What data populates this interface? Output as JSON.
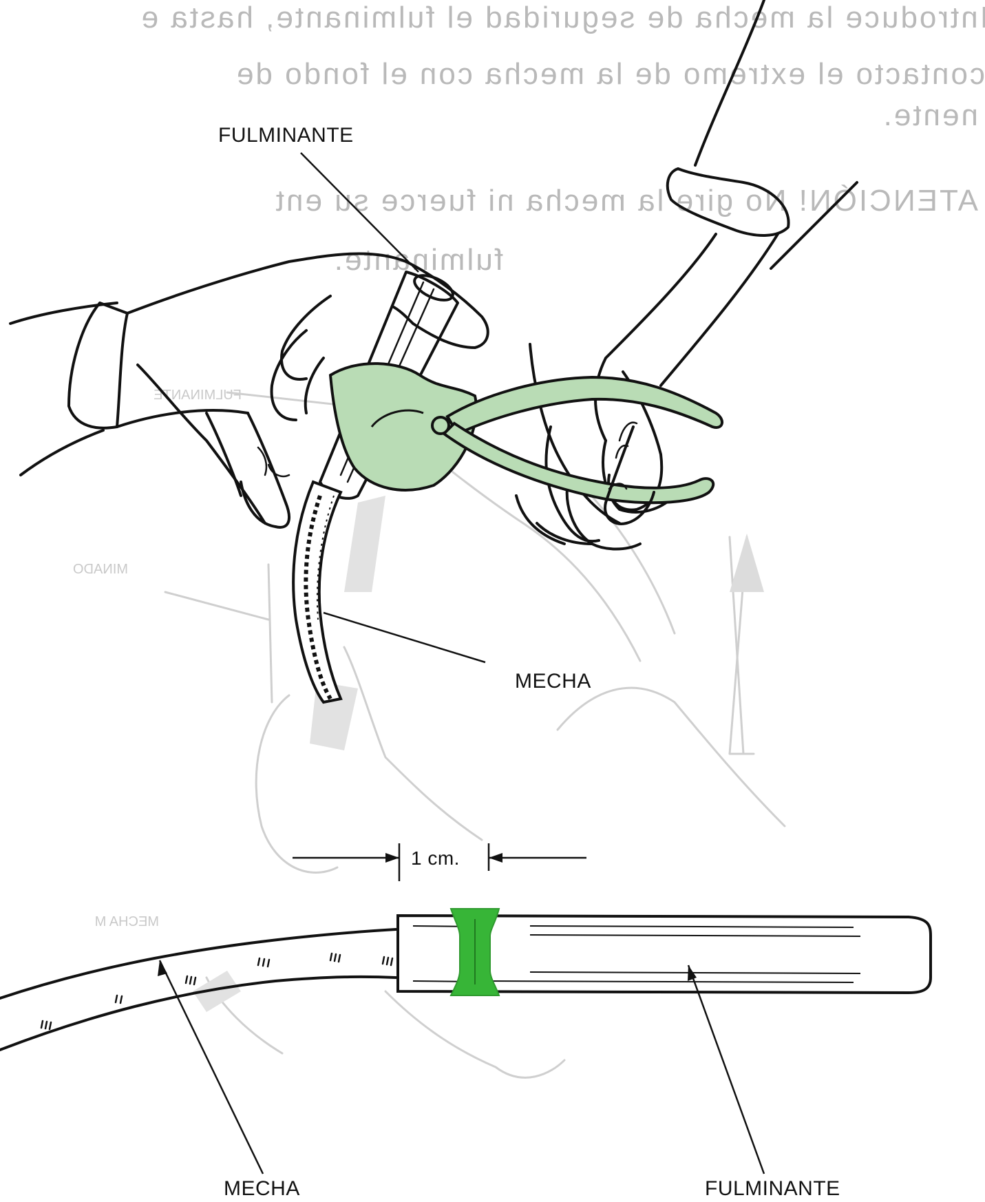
{
  "background_text": {
    "line1": "Introduce la mecha de seguridad el fulminante, hasta e",
    "line2": "contacto el extremo de la mecha con el fondo de",
    "line3": "nente.",
    "line4": "ATENCIÓN! No gire la mecha ni fuerce su ent",
    "line5": "fulminante."
  },
  "ghost_labels": {
    "fulminante": "FULMINANTE",
    "minado": "MINADO",
    "mecha": "MECHA M"
  },
  "labels": {
    "fulminante_top": "FULMINANTE",
    "mecha_top": "MECHA",
    "dimension": "1 cm.",
    "mecha_bottom": "MECHA",
    "fulminante_bottom": "FULMINANTE"
  },
  "colors": {
    "tool_green": "#b9dcb5",
    "crimp_green": "#37b537",
    "ink": "#111111",
    "ghost": "#c8c8c8"
  }
}
